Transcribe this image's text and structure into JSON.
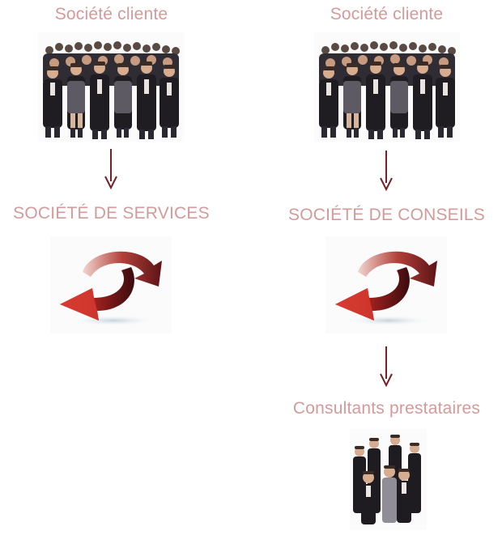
{
  "columns": [
    {
      "top_label": "Société cliente",
      "crowd_icon": "crowd-of-business-people-photo",
      "arrow_icon": "down-arrow",
      "company_label": "SOCIÉTÉ DE SERVICES",
      "cycle_icon": "circular-red-arrows"
    },
    {
      "top_label": "Société cliente",
      "crowd_icon": "crowd-of-business-people-photo",
      "arrow_icon": "down-arrow",
      "company_label": "SOCIÉTÉ DE CONSEILS",
      "cycle_icon": "circular-red-arrows",
      "arrow2_icon": "down-arrow",
      "consultants_label": "Consultants prestataires",
      "consultants_icon": "small-group-of-people-photo"
    }
  ],
  "colors": {
    "label": "#d49a9a",
    "arrow": "#7a1f24",
    "cycle_dark": "#6e1a1c",
    "cycle_light": "#c0302e"
  }
}
